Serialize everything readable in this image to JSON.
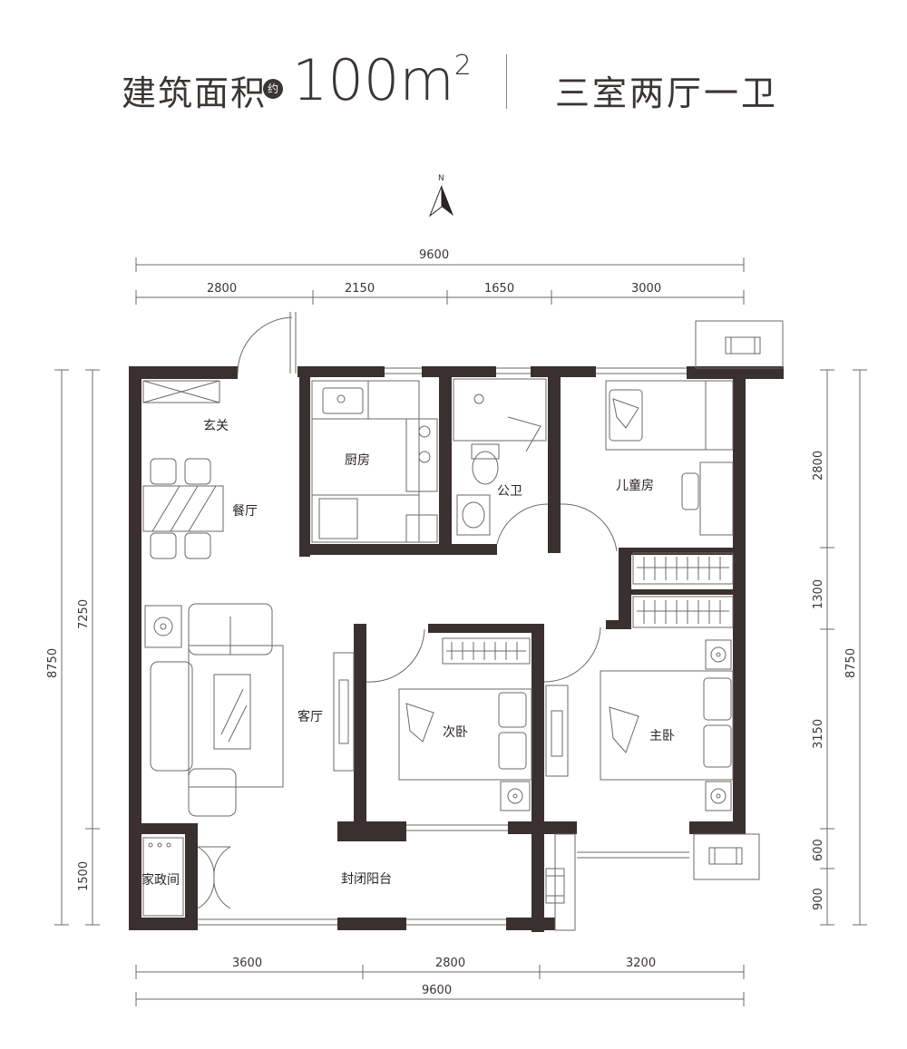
{
  "header": {
    "label": "建筑面积",
    "approx": "约",
    "area_value": "100m",
    "area_sup": "2",
    "layout": "三室两厅一卫"
  },
  "compass": {
    "north": "N"
  },
  "rooms": {
    "entry": "玄关",
    "dining": "餐厅",
    "kitchen": "厨房",
    "bathroom": "公卫",
    "kids_room": "儿童房",
    "living": "客厅",
    "second_bedroom": "次卧",
    "master_bedroom": "主卧",
    "housekeeping": "家政间",
    "balcony": "封闭阳台"
  },
  "dimensions": {
    "top_total": "9600",
    "top_segments": [
      "2800",
      "2150",
      "1650",
      "3000"
    ],
    "bottom_segments": [
      "3600",
      "2800",
      "3200"
    ],
    "bottom_total": "9600",
    "left_outer": "8750",
    "left_inner": [
      "7250",
      "1500"
    ],
    "right_outer": "8750",
    "right_inner": [
      "2800",
      "1300",
      "3150",
      "600",
      "900"
    ]
  },
  "colors": {
    "wall": "#3a302f",
    "line": "#6e6867",
    "text": "#2a2524"
  }
}
